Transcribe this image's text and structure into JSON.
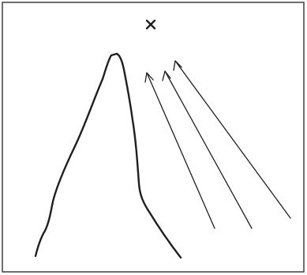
{
  "figure": {
    "elements": [
      "peak-outline",
      "cross-marker",
      "arrow-1",
      "arrow-2",
      "arrow-3"
    ],
    "ink_color": "#1f1f1f",
    "frame_color": "#4a4a4a",
    "arrow_count": 3
  }
}
